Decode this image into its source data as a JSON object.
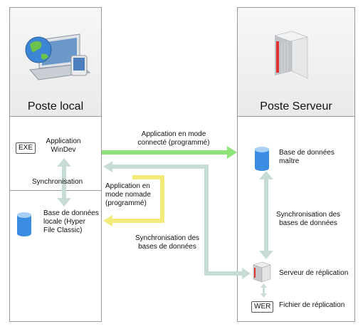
{
  "left_panel": {
    "title": "Poste local",
    "exe_tag": "EXE",
    "app_label": [
      "Application",
      "WinDev"
    ],
    "sync_label": "Synchronisation",
    "db_label": [
      "Base de données",
      "locale (Hyper",
      "File Classic)"
    ],
    "icon": "laptop-globe-icon"
  },
  "right_panel": {
    "title": "Poste Serveur",
    "db_label": [
      "Base de données",
      "maître"
    ],
    "sync_label": [
      "Synchronisation des",
      "bases de données"
    ],
    "replication_server_label": "Serveur de réplication",
    "wer_tag": "WER",
    "replication_file_label": "Fichier de réplication",
    "icon": "server-tower-icon"
  },
  "middle": {
    "connected_label": [
      "Application en mode",
      "connecté (programmé)"
    ],
    "nomad_label": [
      "Application en",
      "mode nomade",
      "(programmé)"
    ],
    "sync_label": [
      "Synchronisation des",
      "bases de données"
    ]
  },
  "colors": {
    "connected_arrow": "#8ee37a",
    "nomad_arrow": "#f3ea7a",
    "sync_arrow": "#c8dcd6",
    "panel_border": "#9a9a9a"
  }
}
